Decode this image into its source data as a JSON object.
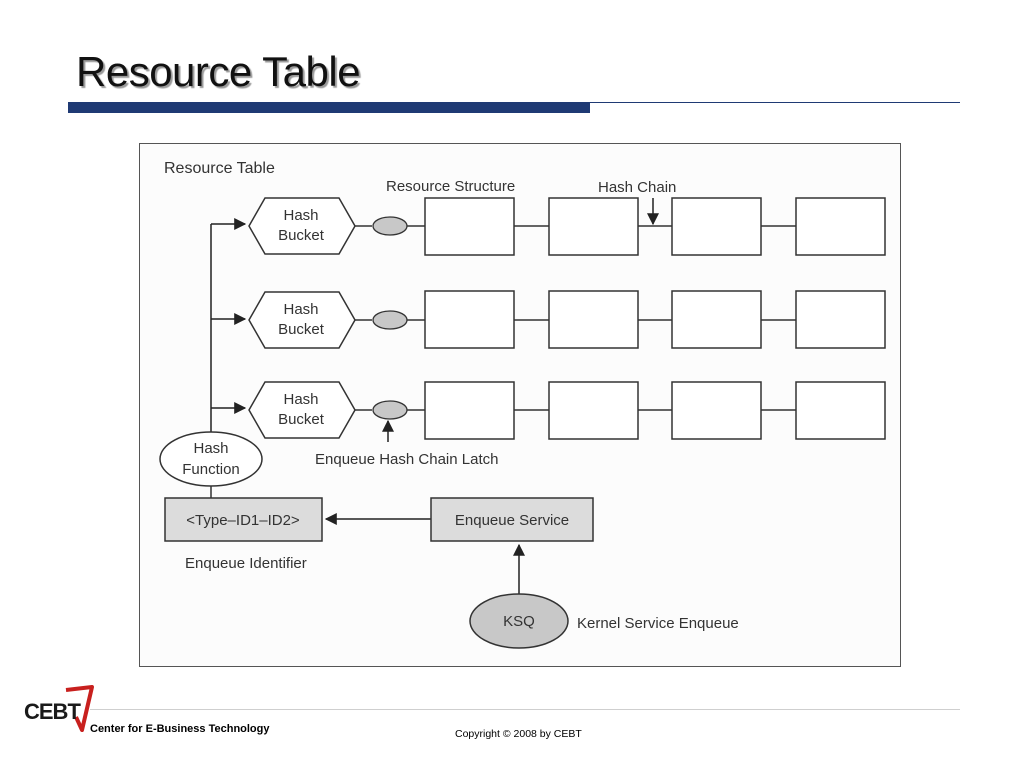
{
  "slide": {
    "title": "Resource Table",
    "footer_org": "Center for E-Business Technology",
    "footer_copyright": "Copyright © 2008 by CEBT",
    "logo_text": "CEBT"
  },
  "diagram": {
    "frame_title": "Resource Table",
    "label_resource_structure": "Resource Structure",
    "label_hash_chain": "Hash Chain",
    "hash_bucket_line1": "Hash",
    "hash_bucket_line2": "Bucket",
    "hash_function_line1": "Hash",
    "hash_function_line2": "Function",
    "label_latch": "Enqueue Hash Chain Latch",
    "identifier_box": "<Type–ID1–ID2>",
    "label_identifier": "Enqueue Identifier",
    "service_box": "Enqueue Service",
    "ksq": "KSQ",
    "label_ksq": "Kernel Service Enqueue"
  },
  "colors": {
    "title_bar": "#1f3a74",
    "logo_red": "#c8201e",
    "box_fill": "#dcdcdc",
    "latch_fill": "#c8c8c8"
  }
}
